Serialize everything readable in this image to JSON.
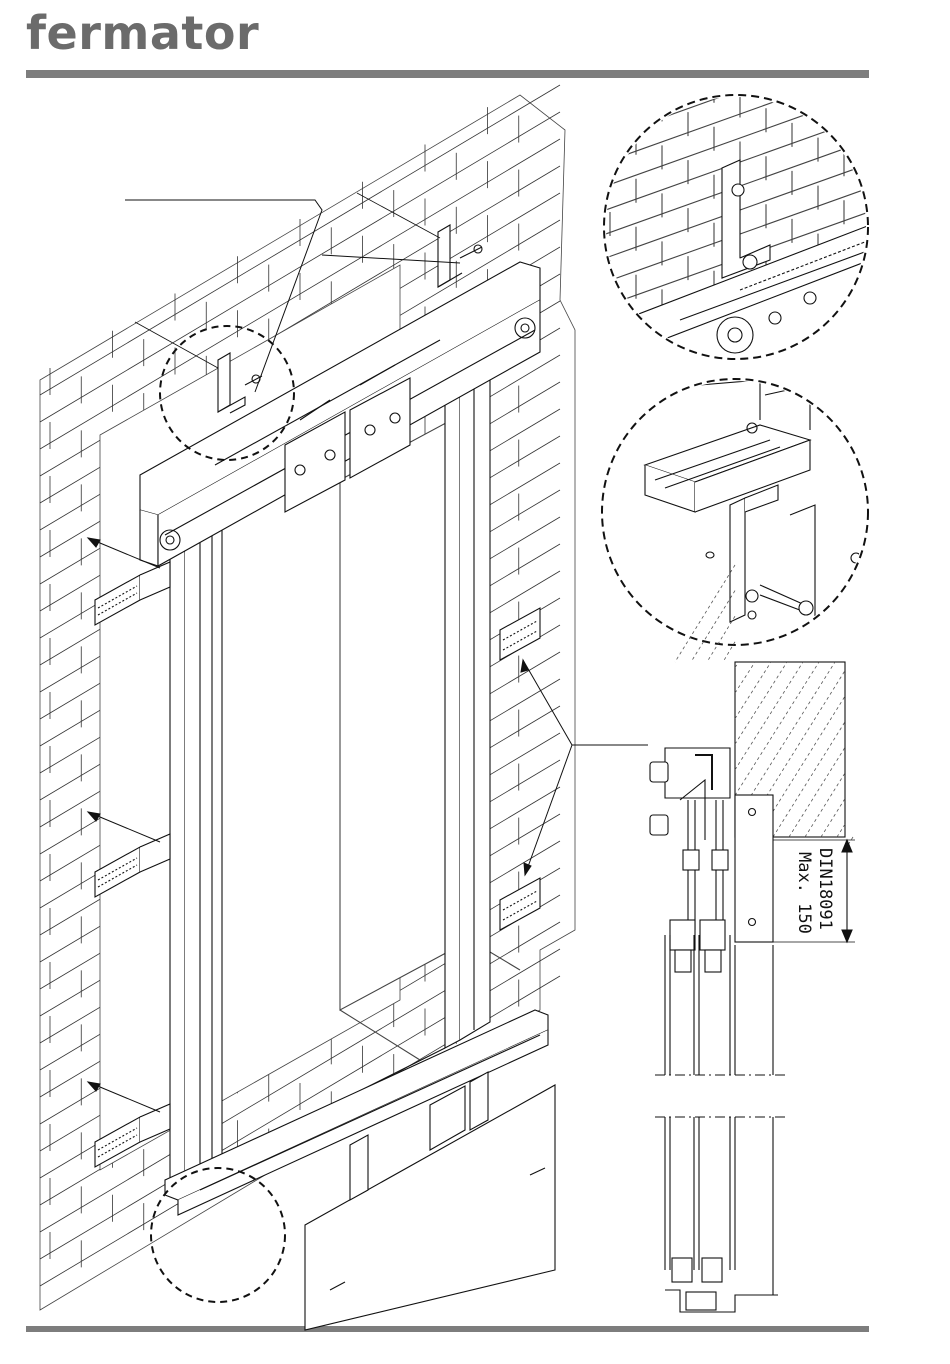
{
  "header": {
    "logo_text": "fermator"
  },
  "dimension": {
    "line1": "DIN18091",
    "line2": "Max. 150"
  },
  "colors": {
    "logo_gray": "#6b6b6b",
    "rule_gray": "#7d7d7d",
    "line_black": "#111111"
  }
}
